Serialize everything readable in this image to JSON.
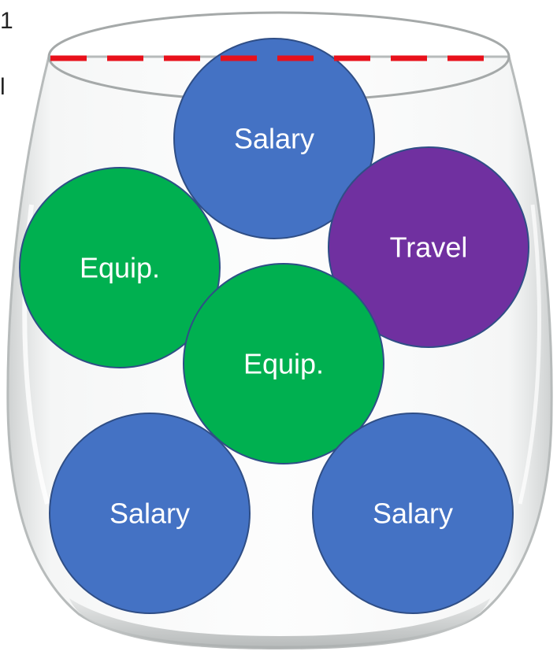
{
  "side_labels": [
    "1",
    "l"
  ],
  "fill_line": {
    "color": "#e8111b",
    "style": "dashed"
  },
  "colors": {
    "salary": "#4472c4",
    "equipment": "#00b050",
    "travel": "#7030a0",
    "stroke": "#2f4e86",
    "label": "#ffffff"
  },
  "balls": [
    {
      "label": "Salary",
      "category": "salary"
    },
    {
      "label": "Travel",
      "category": "travel"
    },
    {
      "label": "Equip.",
      "category": "equipment"
    },
    {
      "label": "Equip.",
      "category": "equipment"
    },
    {
      "label": "Salary",
      "category": "salary"
    },
    {
      "label": "Salary",
      "category": "salary"
    }
  ]
}
